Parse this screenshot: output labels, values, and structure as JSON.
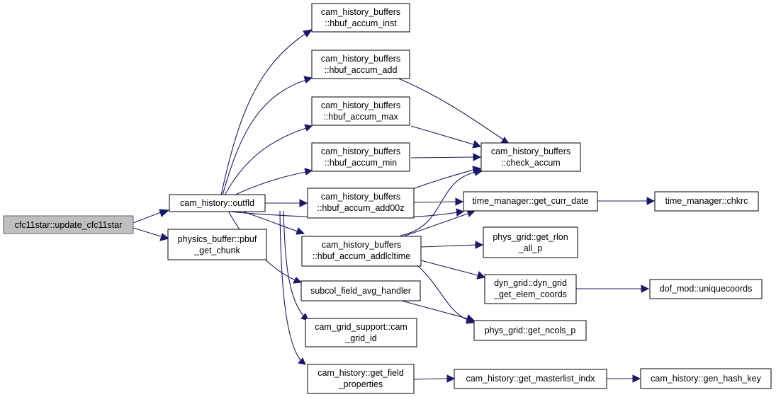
{
  "colors": {
    "edge": "#191970",
    "root_fill": "#bfbfbf",
    "node_fill": "#ffffff",
    "node_border": "#000000"
  },
  "nodes": {
    "root": {
      "lines": [
        "cfc11star::update_cfc11star"
      ]
    },
    "outfld": {
      "lines": [
        "cam_history::outfld"
      ]
    },
    "pbuf": {
      "lines": [
        "physics_buffer::pbuf",
        "_get_chunk"
      ]
    },
    "inst": {
      "lines": [
        "cam_history_buffers",
        "::hbuf_accum_inst"
      ]
    },
    "add": {
      "lines": [
        "cam_history_buffers",
        "::hbuf_accum_add"
      ]
    },
    "max": {
      "lines": [
        "cam_history_buffers",
        "::hbuf_accum_max"
      ]
    },
    "min": {
      "lines": [
        "cam_history_buffers",
        "::hbuf_accum_min"
      ]
    },
    "add00z": {
      "lines": [
        "cam_history_buffers",
        "::hbuf_accum_add00z"
      ]
    },
    "addlcl": {
      "lines": [
        "cam_history_buffers",
        "::hbuf_accum_addlcltime"
      ]
    },
    "subcol": {
      "lines": [
        "subcol_field_avg_handler"
      ]
    },
    "gridid": {
      "lines": [
        "cam_grid_support::cam",
        "_grid_id"
      ]
    },
    "getfield": {
      "lines": [
        "cam_history::get_field",
        "_properties"
      ]
    },
    "check": {
      "lines": [
        "cam_history_buffers",
        "::check_accum"
      ]
    },
    "currdate": {
      "lines": [
        "time_manager::get_curr_date"
      ]
    },
    "rlon": {
      "lines": [
        "phys_grid::get_rlon",
        "_all_p"
      ]
    },
    "elem": {
      "lines": [
        "dyn_grid::dyn_grid",
        "_get_elem_coords"
      ]
    },
    "ncols": {
      "lines": [
        "phys_grid::get_ncols_p"
      ]
    },
    "masterlist": {
      "lines": [
        "cam_history::get_masterlist_indx"
      ]
    },
    "chkrc": {
      "lines": [
        "time_manager::chkrc"
      ]
    },
    "unique": {
      "lines": [
        "dof_mod::uniquecoords"
      ]
    },
    "hash": {
      "lines": [
        "cam_history::gen_hash_key"
      ]
    }
  }
}
